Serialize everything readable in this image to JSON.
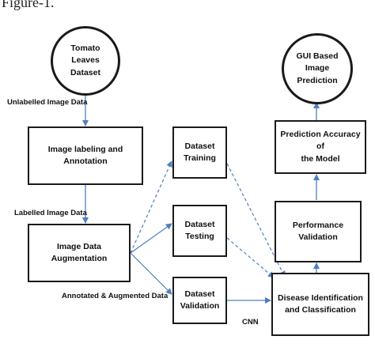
{
  "caption": "Figure-1.",
  "nodes": {
    "dataset": "Tomato\nLeaves\nDataset",
    "labeling": "Image labeling and\nAnnotation",
    "augmentation": "Image Data\nAugmentation",
    "training": "Dataset\nTraining",
    "testing": "Dataset\nTesting",
    "validation": "Dataset\nValidation",
    "disease": "Disease Identification\nand Classification",
    "performance": "Performance\nValidation",
    "accuracy": "Prediction Accuracy of\nthe Model",
    "gui": "GUI Based\nImage\nPrediction"
  },
  "edge_labels": {
    "unlabelled": "Unlabelled Image Data",
    "labelled": "Labelled Image Data",
    "annotated": "Annotated & Augmented Data",
    "cnn": "CNN"
  },
  "colors": {
    "line": "#1a1a1a",
    "arrow": "#4f7fbf"
  }
}
